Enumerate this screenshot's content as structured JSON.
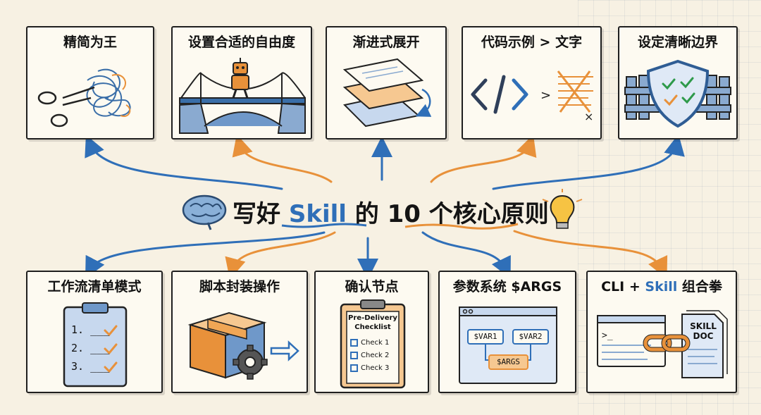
{
  "title": {
    "prefix": "写好 ",
    "highlight": "Skill",
    "suffix": " 的 10 个核心原则"
  },
  "top_cards": [
    {
      "label": "精简为王"
    },
    {
      "label": "设置合适的自由度"
    },
    {
      "label": "渐进式展开"
    },
    {
      "label": "代码示例 > 文字"
    },
    {
      "label": "设定清晰边界"
    }
  ],
  "bottom_cards": [
    {
      "label": "工作流清单模式"
    },
    {
      "label": "脚本封装操作"
    },
    {
      "label": "确认节点"
    },
    {
      "label": "参数系统 $ARGS"
    },
    {
      "label_prefix": "CLI + ",
      "label_highlight": "Skill",
      "label_suffix": " 组合拳"
    }
  ],
  "checklist_items": [
    "1. ___",
    "2. ___",
    "3. ___"
  ],
  "predelivery": {
    "title_line1": "Pre-Delivery",
    "title_line2": "Checklist",
    "items": [
      "Check 1",
      "Check 2",
      "Check 3"
    ]
  },
  "args": {
    "var1": "$VAR1",
    "var2": "$VAR2",
    "combined": "$ARGS"
  },
  "skill_doc": {
    "line1": "SKILL",
    "line2": "DOC"
  },
  "colors": {
    "blue": "#2f6fb8",
    "orange": "#e8913a",
    "ink": "#1f1f1f",
    "paper": "#f7f1e3"
  }
}
